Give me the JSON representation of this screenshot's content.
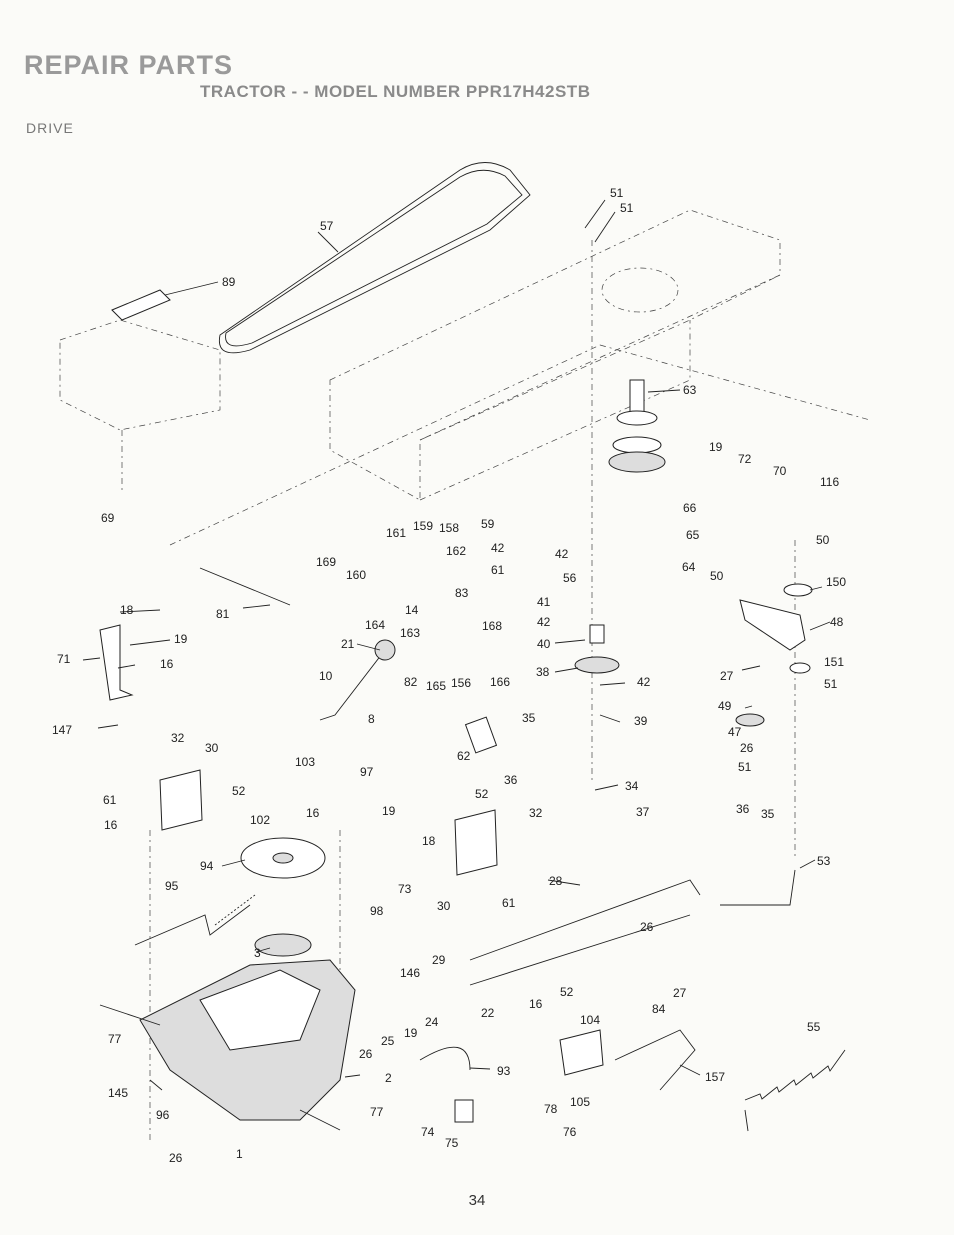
{
  "header": {
    "title": "REPAIR PARTS",
    "subtitle": "TRACTOR - - MODEL NUMBER PPR17H42STB",
    "section": "DRIVE"
  },
  "footer": {
    "page_number": "34"
  },
  "callouts": [
    {
      "id": "c57",
      "text": "57"
    },
    {
      "id": "c89",
      "text": "89"
    },
    {
      "id": "c51a",
      "text": "51"
    },
    {
      "id": "c51b",
      "text": "51"
    },
    {
      "id": "c63",
      "text": "63"
    },
    {
      "id": "c19a",
      "text": "19"
    },
    {
      "id": "c72",
      "text": "72"
    },
    {
      "id": "c70",
      "text": "70"
    },
    {
      "id": "c116",
      "text": "116"
    },
    {
      "id": "c69",
      "text": "69"
    },
    {
      "id": "c161",
      "text": "161"
    },
    {
      "id": "c159",
      "text": "159"
    },
    {
      "id": "c158",
      "text": "158"
    },
    {
      "id": "c59",
      "text": "59"
    },
    {
      "id": "c66",
      "text": "66"
    },
    {
      "id": "c162",
      "text": "162"
    },
    {
      "id": "c42a",
      "text": "42"
    },
    {
      "id": "c42b",
      "text": "42"
    },
    {
      "id": "c65",
      "text": "65"
    },
    {
      "id": "c169",
      "text": "169"
    },
    {
      "id": "c160",
      "text": "160"
    },
    {
      "id": "c61a",
      "text": "61"
    },
    {
      "id": "c56",
      "text": "56"
    },
    {
      "id": "c64",
      "text": "64"
    },
    {
      "id": "c50a",
      "text": "50"
    },
    {
      "id": "c50b",
      "text": "50"
    },
    {
      "id": "c150",
      "text": "150"
    },
    {
      "id": "c83",
      "text": "83"
    },
    {
      "id": "c14",
      "text": "14"
    },
    {
      "id": "c41",
      "text": "41"
    },
    {
      "id": "c81",
      "text": "81"
    },
    {
      "id": "c18a",
      "text": "18"
    },
    {
      "id": "c164",
      "text": "164"
    },
    {
      "id": "c163",
      "text": "163"
    },
    {
      "id": "c168",
      "text": "168"
    },
    {
      "id": "c42c",
      "text": "42"
    },
    {
      "id": "c48",
      "text": "48"
    },
    {
      "id": "c19b",
      "text": "19"
    },
    {
      "id": "c71",
      "text": "71"
    },
    {
      "id": "c21",
      "text": "21"
    },
    {
      "id": "c40",
      "text": "40"
    },
    {
      "id": "c16a",
      "text": "16"
    },
    {
      "id": "c151",
      "text": "151"
    },
    {
      "id": "c10",
      "text": "10"
    },
    {
      "id": "c38",
      "text": "38"
    },
    {
      "id": "c27a",
      "text": "27"
    },
    {
      "id": "c82",
      "text": "82"
    },
    {
      "id": "c165",
      "text": "165"
    },
    {
      "id": "c156",
      "text": "156"
    },
    {
      "id": "c166",
      "text": "166"
    },
    {
      "id": "c42d",
      "text": "42"
    },
    {
      "id": "c51c",
      "text": "51"
    },
    {
      "id": "c49",
      "text": "49"
    },
    {
      "id": "c147",
      "text": "147"
    },
    {
      "id": "c8",
      "text": "8"
    },
    {
      "id": "c35a",
      "text": "35"
    },
    {
      "id": "c39",
      "text": "39"
    },
    {
      "id": "c47",
      "text": "47"
    },
    {
      "id": "c32a",
      "text": "32"
    },
    {
      "id": "c30a",
      "text": "30"
    },
    {
      "id": "c62",
      "text": "62"
    },
    {
      "id": "c26a",
      "text": "26"
    },
    {
      "id": "c103",
      "text": "103"
    },
    {
      "id": "c36a",
      "text": "36"
    },
    {
      "id": "c51d",
      "text": "51"
    },
    {
      "id": "c97",
      "text": "97"
    },
    {
      "id": "c52a",
      "text": "52"
    },
    {
      "id": "c34",
      "text": "34"
    },
    {
      "id": "c61b",
      "text": "61"
    },
    {
      "id": "c52b",
      "text": "52"
    },
    {
      "id": "c16b",
      "text": "16"
    },
    {
      "id": "c19c",
      "text": "19"
    },
    {
      "id": "c102",
      "text": "102"
    },
    {
      "id": "c32b",
      "text": "32"
    },
    {
      "id": "c37",
      "text": "37"
    },
    {
      "id": "c36b",
      "text": "36"
    },
    {
      "id": "c35b",
      "text": "35"
    },
    {
      "id": "c16c",
      "text": "16"
    },
    {
      "id": "c18b",
      "text": "18"
    },
    {
      "id": "c94",
      "text": "94"
    },
    {
      "id": "c53",
      "text": "53"
    },
    {
      "id": "c73",
      "text": "73"
    },
    {
      "id": "c28",
      "text": "28"
    },
    {
      "id": "c95",
      "text": "95"
    },
    {
      "id": "c98",
      "text": "98"
    },
    {
      "id": "c30b",
      "text": "30"
    },
    {
      "id": "c61c",
      "text": "61"
    },
    {
      "id": "c26b",
      "text": "26"
    },
    {
      "id": "c3",
      "text": "3"
    },
    {
      "id": "c29",
      "text": "29"
    },
    {
      "id": "c146",
      "text": "146"
    },
    {
      "id": "c27b",
      "text": "27"
    },
    {
      "id": "c52c",
      "text": "52"
    },
    {
      "id": "c84",
      "text": "84"
    },
    {
      "id": "c22",
      "text": "22"
    },
    {
      "id": "c16d",
      "text": "16"
    },
    {
      "id": "c104",
      "text": "104"
    },
    {
      "id": "c55",
      "text": "55"
    },
    {
      "id": "c77a",
      "text": "77"
    },
    {
      "id": "c24",
      "text": "24"
    },
    {
      "id": "c19d",
      "text": "19"
    },
    {
      "id": "c25",
      "text": "25"
    },
    {
      "id": "c26c",
      "text": "26"
    },
    {
      "id": "c93",
      "text": "93"
    },
    {
      "id": "c2",
      "text": "2"
    },
    {
      "id": "c157",
      "text": "157"
    },
    {
      "id": "c145",
      "text": "145"
    },
    {
      "id": "c105",
      "text": "105"
    },
    {
      "id": "c78",
      "text": "78"
    },
    {
      "id": "c96",
      "text": "96"
    },
    {
      "id": "c77b",
      "text": "77"
    },
    {
      "id": "c74",
      "text": "74"
    },
    {
      "id": "c76",
      "text": "76"
    },
    {
      "id": "c75",
      "text": "75"
    },
    {
      "id": "c26d",
      "text": "26"
    },
    {
      "id": "c1",
      "text": "1"
    }
  ]
}
